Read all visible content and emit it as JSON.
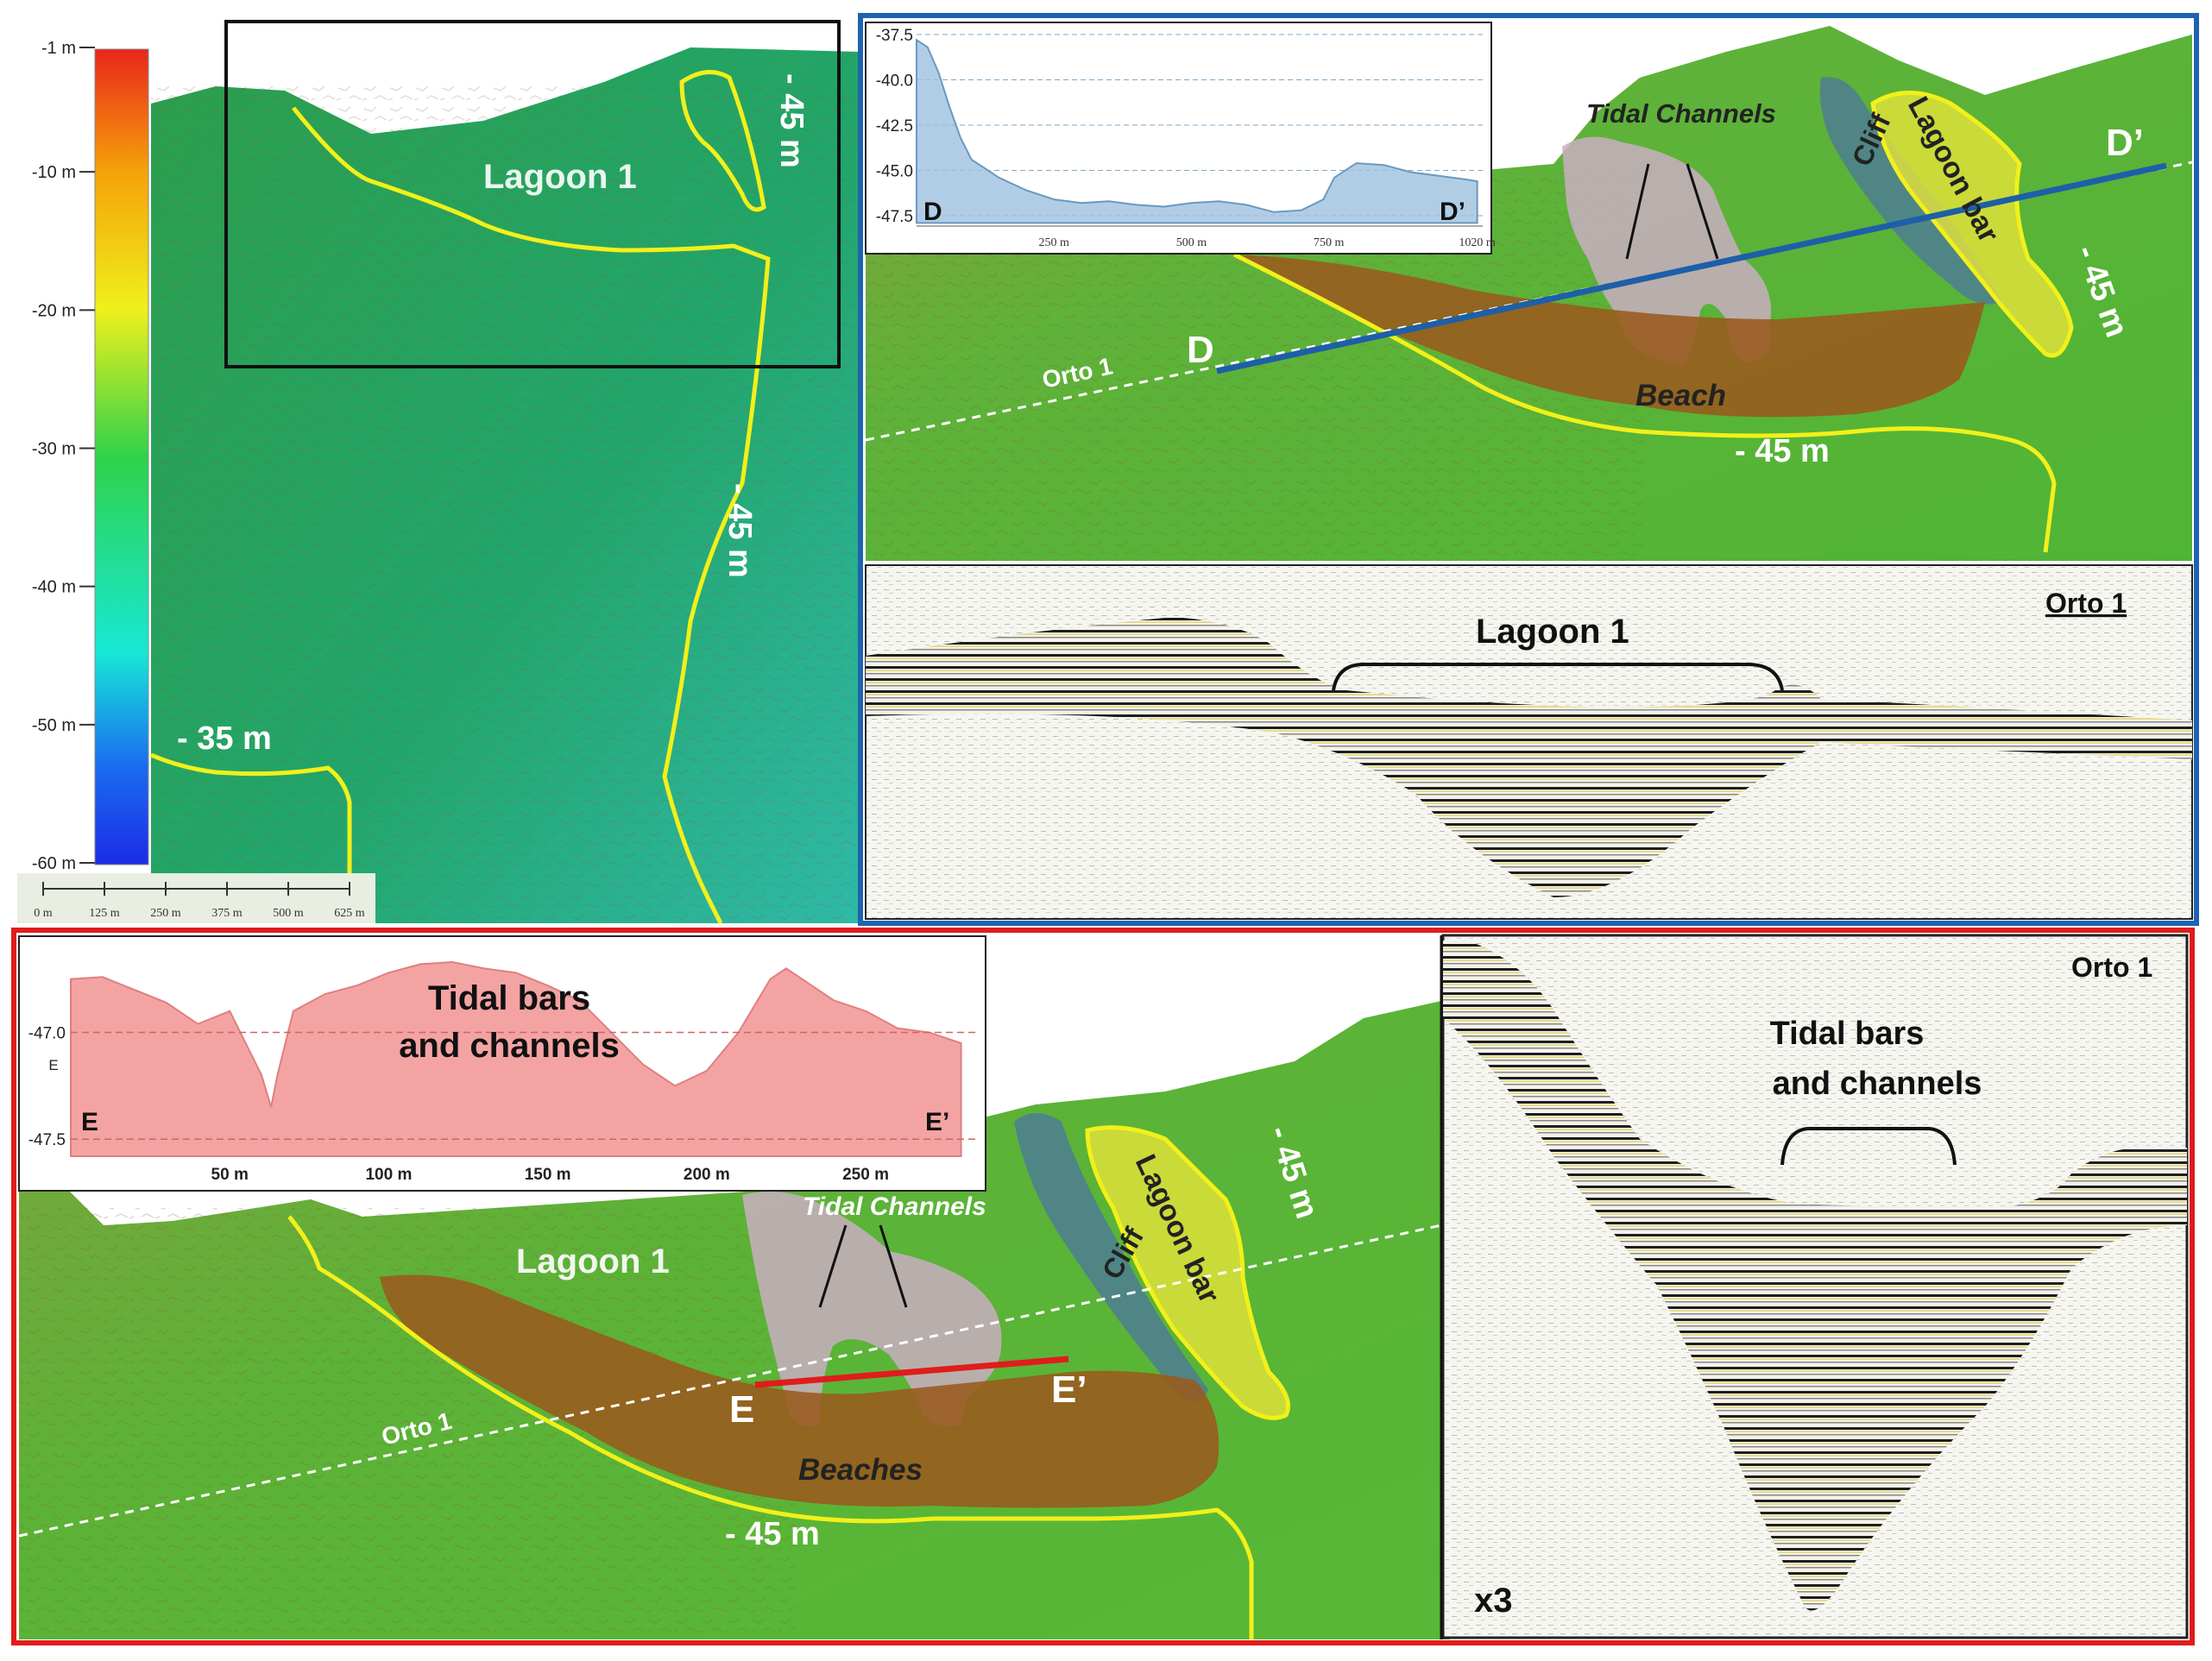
{
  "colorbar": {
    "ticks": [
      {
        "value": -1,
        "label": "-1 m"
      },
      {
        "value": -10,
        "label": "-10 m"
      },
      {
        "value": -20,
        "label": "-20 m"
      },
      {
        "value": -30,
        "label": "-30 m"
      },
      {
        "value": -40,
        "label": "-40 m"
      },
      {
        "value": -50,
        "label": "-50 m"
      },
      {
        "value": -60,
        "label": "-60 m"
      }
    ],
    "colors": [
      "#e8261a",
      "#f5a20a",
      "#eef01c",
      "#2fd24a",
      "#17e8d6",
      "#1a6cf0",
      "#1c2ce6"
    ]
  },
  "scale_bar": {
    "ticks": [
      "0 m",
      "125 m",
      "250 m",
      "375 m",
      "500 m",
      "625 m"
    ]
  },
  "panel_a": {
    "lagoon_label": "Lagoon 1",
    "contour_labels": [
      "- 45 m",
      "- 45 m",
      "- 35 m"
    ]
  },
  "panel_b": {
    "labels": {
      "tidal_channels": "Tidal Channels",
      "lagoon_bar": "Lagoon bar",
      "cliff": "Cliff",
      "beach": "Beach",
      "contour_right": "- 45 m",
      "contour_bottom": "- 45 m",
      "line_label": "Orto 1",
      "profile_start": "D",
      "profile_end": "D’"
    },
    "profile_dd": {
      "y_ticks": [
        "-37.5",
        "-40.0",
        "-42.5",
        "-45.0",
        "-47.5"
      ],
      "x_ticks": [
        "250 m",
        "500 m",
        "750 m",
        "1020 m"
      ],
      "start": "D",
      "end": "D’",
      "series": {
        "x": [
          0,
          20,
          40,
          60,
          80,
          100,
          150,
          200,
          250,
          300,
          350,
          400,
          450,
          500,
          550,
          600,
          650,
          700,
          740,
          760,
          800,
          850,
          900,
          950,
          1000,
          1020
        ],
        "y": [
          -37.8,
          -38.2,
          -39.6,
          -41.5,
          -43.2,
          -44.4,
          -45.4,
          -46.1,
          -46.6,
          -46.8,
          -46.7,
          -46.9,
          -47.0,
          -46.8,
          -46.7,
          -46.9,
          -47.3,
          -47.2,
          -46.6,
          -45.4,
          -44.6,
          -44.7,
          -45.1,
          -45.3,
          -45.5,
          -45.6
        ]
      }
    },
    "seismic": {
      "title": "Orto 1",
      "feature": "Lagoon 1"
    }
  },
  "panel_c": {
    "labels": {
      "lagoon": "Lagoon 1",
      "tidal_channels": "Tidal Channels",
      "cliff": "Cliff",
      "lagoon_bar": "Lagoon bar",
      "beaches": "Beaches",
      "contour_right": "- 45 m",
      "contour_bottom": "- 45 m",
      "line_label": "Orto 1",
      "profile_start": "E",
      "profile_end": "E’"
    },
    "profile_ee": {
      "title_line1": "Tidal bars",
      "title_line2": "and channels",
      "y_ticks": [
        "-47.0",
        "-47.5"
      ],
      "y_axis_label": "E",
      "x_ticks": [
        "50 m",
        "100 m",
        "150 m",
        "200 m",
        "250 m"
      ],
      "start": "E",
      "end": "E’",
      "series": {
        "x": [
          0,
          10,
          20,
          30,
          40,
          50,
          55,
          60,
          63,
          65,
          70,
          80,
          90,
          100,
          110,
          120,
          130,
          140,
          150,
          160,
          170,
          180,
          190,
          200,
          210,
          220,
          225,
          230,
          240,
          250,
          260,
          270,
          280
        ],
        "y": [
          -46.75,
          -46.74,
          -46.8,
          -46.86,
          -46.96,
          -46.9,
          -47.05,
          -47.2,
          -47.35,
          -47.2,
          -46.9,
          -46.82,
          -46.78,
          -46.72,
          -46.68,
          -46.67,
          -46.7,
          -46.72,
          -46.78,
          -46.85,
          -47.0,
          -47.15,
          -47.25,
          -47.18,
          -47.0,
          -46.75,
          -46.7,
          -46.75,
          -46.85,
          -46.9,
          -46.98,
          -47.0,
          -47.05
        ]
      }
    },
    "seismic": {
      "title": "Orto 1",
      "feature_line1": "Tidal bars",
      "feature_line2": "and channels",
      "exaggeration": "x3"
    }
  }
}
